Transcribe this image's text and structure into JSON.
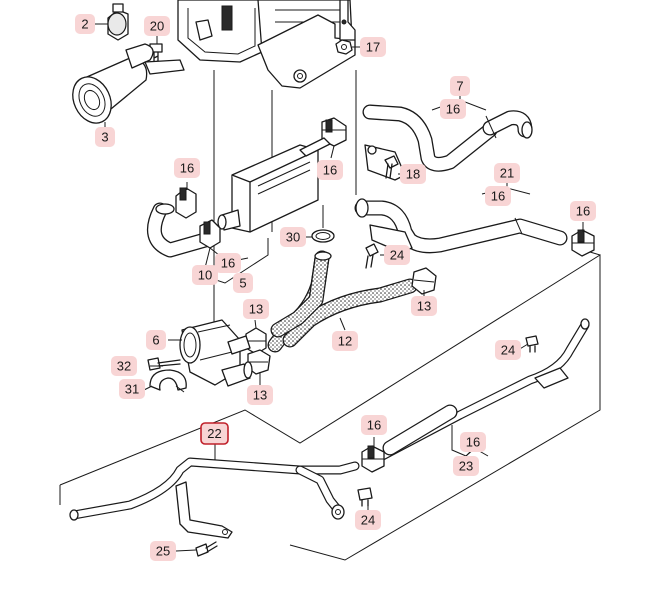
{
  "labels": {
    "p2": "2",
    "p20": "20",
    "p3": "3",
    "p17": "17",
    "p7": "7",
    "p16a": "16",
    "p16b": "16",
    "p18": "18",
    "p21": "21",
    "p16c": "16",
    "p16d": "16",
    "p30": "30",
    "p10": "10",
    "p16e": "16",
    "p5": "5",
    "p24a": "24",
    "p13a": "13",
    "p13b": "13",
    "p6": "6",
    "p12": "12",
    "p32": "32",
    "p31": "31",
    "p13c": "13",
    "p24b": "24",
    "p22": "22",
    "p16f": "16",
    "p16g": "16",
    "p23": "23",
    "p24c": "24",
    "p25": "25",
    "p16h": "16"
  },
  "selected_label": "22",
  "colors": {
    "badge_fill": "#f8d5d5",
    "selected_border": "#c0202a",
    "line": "#1a1a1a",
    "background": "#ffffff"
  }
}
